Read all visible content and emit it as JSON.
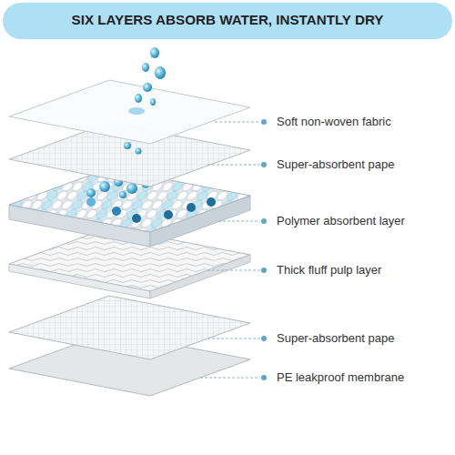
{
  "diagram": {
    "title": "SIX LAYERS ABSORB WATER, INSTANTLY DRY",
    "labels": [
      "Soft non-woven fabric",
      "Super-absorbent pape",
      "Polymer absorbent layer",
      "Thick fluff pulp layer",
      "Super-absorbent pape",
      "PE leakproof membrane"
    ]
  }
}
